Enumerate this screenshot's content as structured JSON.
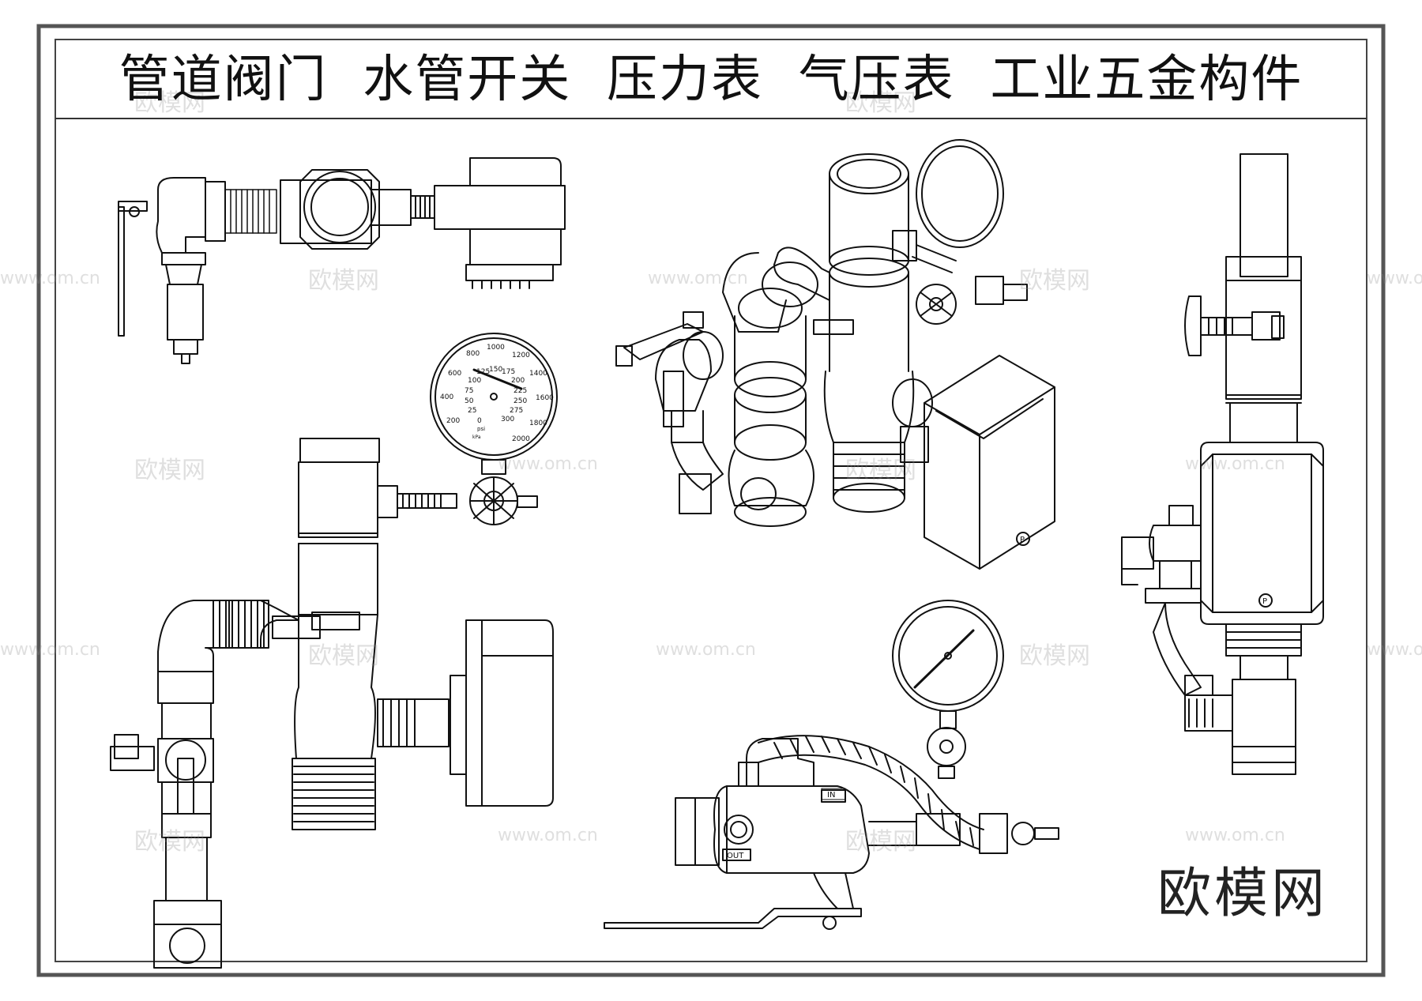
{
  "title": "管道阀门  水管开关  压力表  气压表  工业五金构件",
  "brand": "欧模网",
  "watermark": {
    "text": "欧模网",
    "url": "www.om.cn"
  },
  "gauge": {
    "outer_scale": [
      "200",
      "400",
      "600",
      "800",
      "1000",
      "1200",
      "1400",
      "1600",
      "1800",
      "2000"
    ],
    "inner_scale": [
      "0",
      "25",
      "50",
      "75",
      "100",
      "125",
      "150",
      "175",
      "200",
      "225",
      "250",
      "275",
      "300"
    ],
    "unit_psi": "psi",
    "unit_kpa": "kPa"
  },
  "valve_labels": {
    "inlet": "IN",
    "outlet": "OUT"
  },
  "pressure_switch_mark": "P",
  "colors": {
    "line": "#111111",
    "frame_outer": "#555555",
    "frame_inner": "#666666",
    "background": "#ffffff"
  }
}
